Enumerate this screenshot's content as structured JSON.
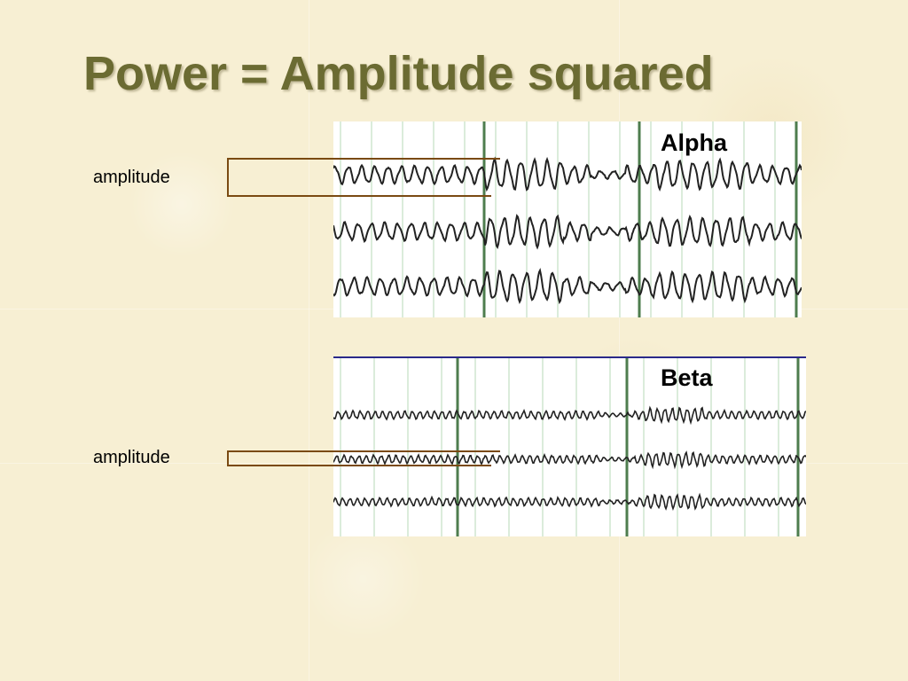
{
  "slide": {
    "title": "Power = Amplitude squared"
  },
  "panels": [
    {
      "band": "Alpha",
      "amplitude_label": "amplitude",
      "wave_type": "alpha"
    },
    {
      "band": "Beta",
      "amplitude_label": "amplitude",
      "wave_type": "beta"
    }
  ],
  "colors": {
    "title": "#6b6b32",
    "background": "#f7efd3",
    "grid_minor": "#cfe6cf",
    "grid_major": "#4e7d4e",
    "trace": "#222222",
    "bracket": "#7a4a12",
    "beta_top_rule": "#2a2a8a"
  }
}
